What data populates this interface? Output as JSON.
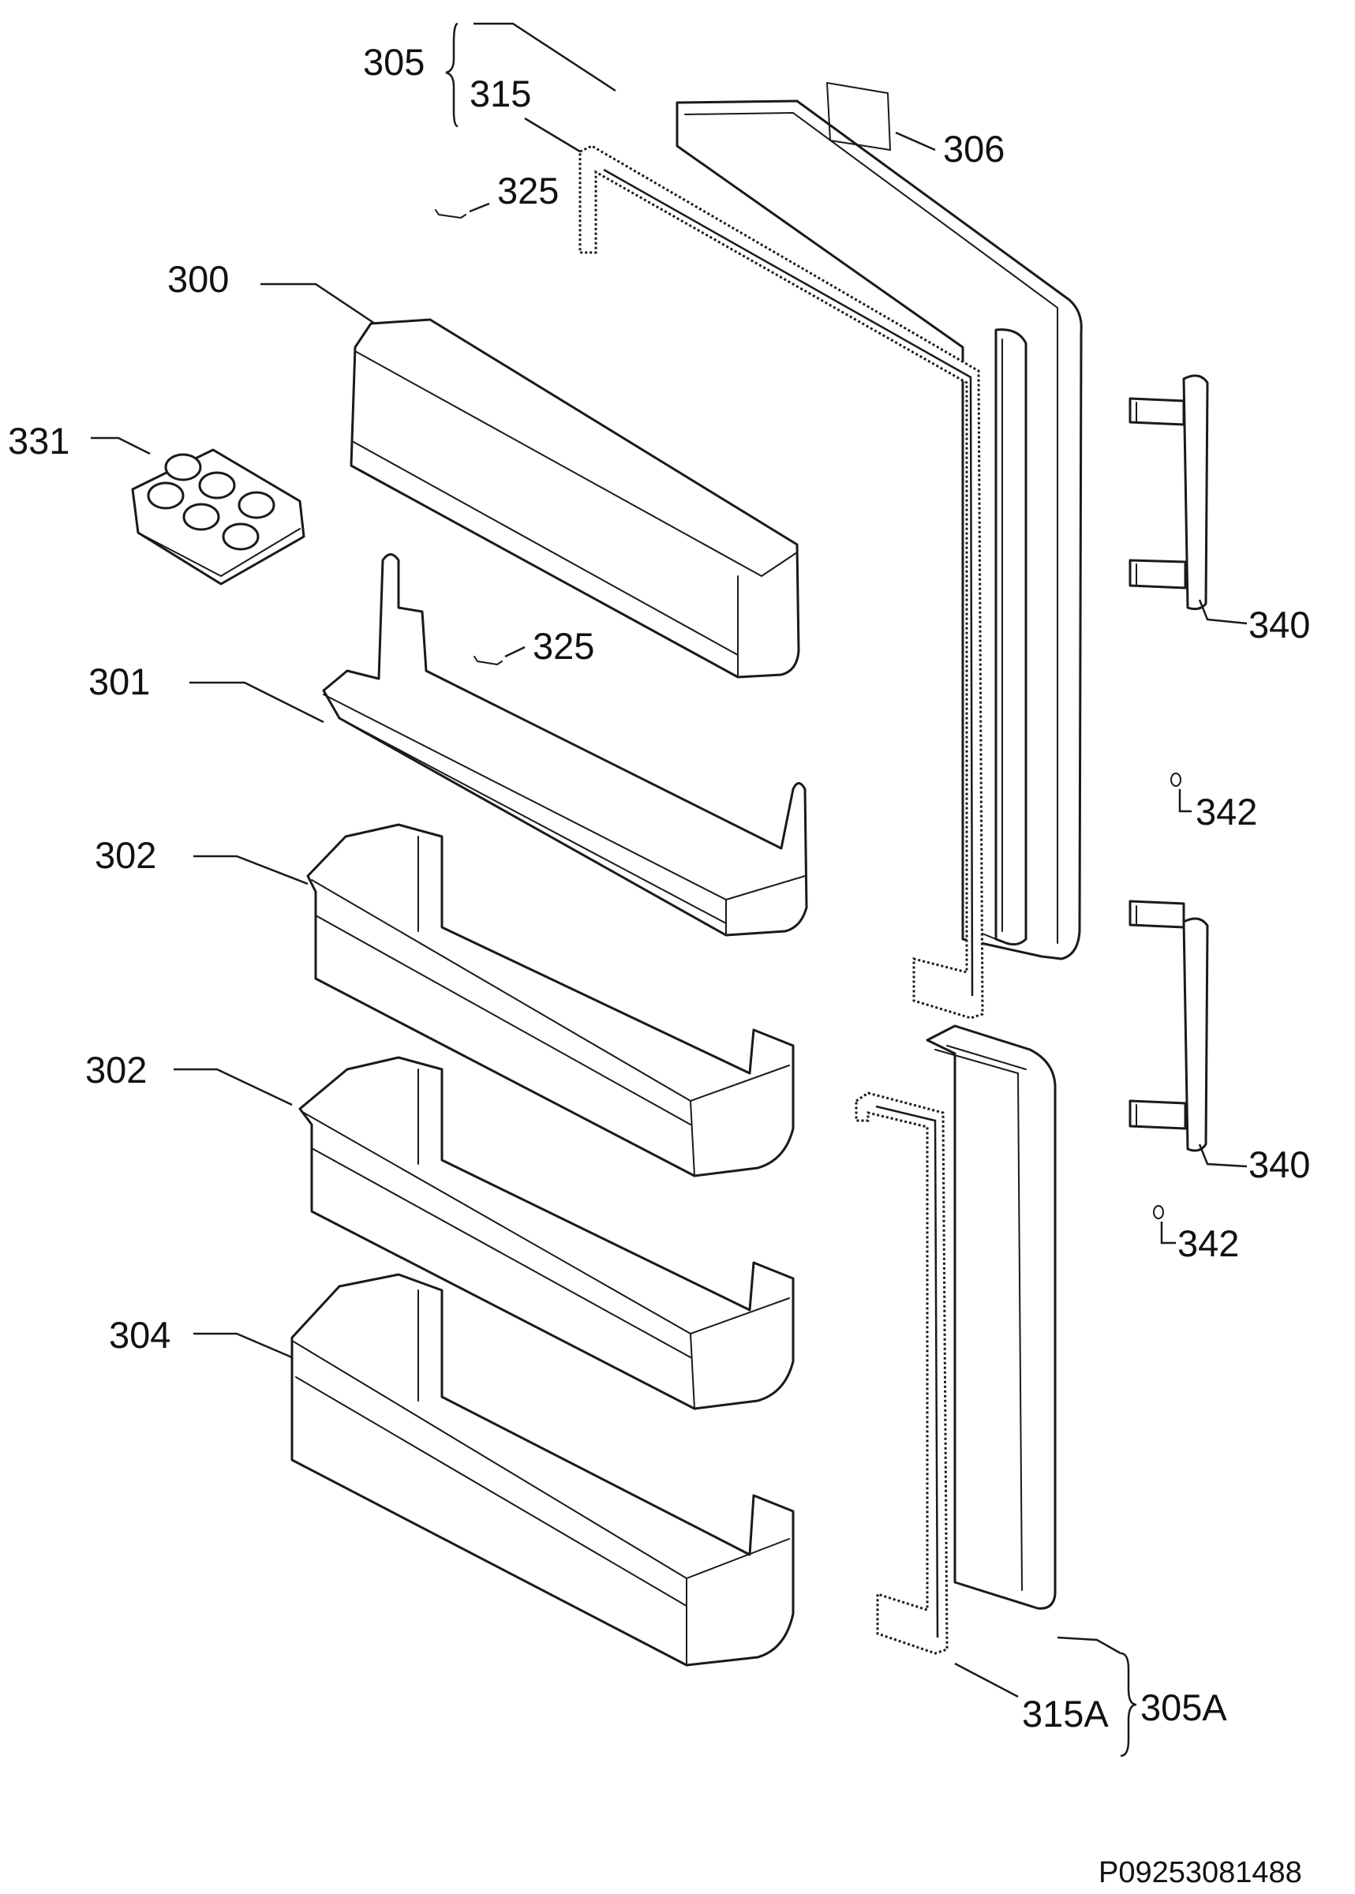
{
  "diagram": {
    "labels": {
      "p305": "305",
      "p315": "315",
      "p306": "306",
      "p325a": "325",
      "p300": "300",
      "p331": "331",
      "p301": "301",
      "p325b": "325",
      "p340a": "340",
      "p342a": "342",
      "p302a": "302",
      "p302b": "302",
      "p340b": "340",
      "p342b": "342",
      "p304": "304",
      "p315A": "315A",
      "p305A": "305A"
    },
    "drawing_code": "P09253081488"
  }
}
